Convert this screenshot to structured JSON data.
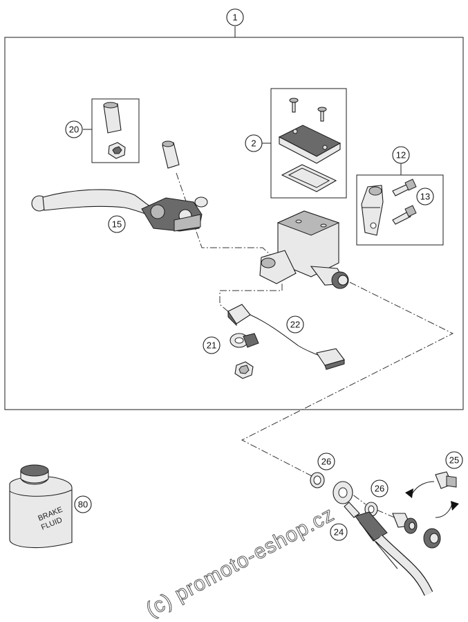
{
  "callouts": {
    "c1": "1",
    "c2": "2",
    "c12": "12",
    "c13": "13",
    "c15": "15",
    "c20": "20",
    "c21": "21",
    "c22": "22",
    "c24": "24",
    "c25": "25",
    "c26a": "26",
    "c26b": "26",
    "c80": "80"
  },
  "bottle_label": {
    "line1": "BRAKE",
    "line2": "FLUID"
  },
  "watermark": "(c) promoto-eshop.cz"
}
